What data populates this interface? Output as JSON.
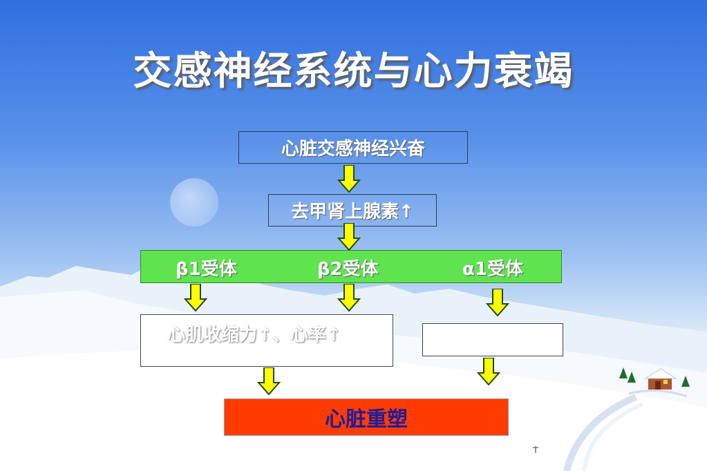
{
  "title": "交感神经系统与心力衰竭",
  "nodes": {
    "sympathetic": "心脏交感神经兴奋",
    "norepinephrine": "去甲肾上腺素↑",
    "beta1": "β1受体",
    "beta2": "β2受体",
    "alpha1": "α1受体",
    "effect": "心肌收缩力↑、心率↑",
    "remodeling": "心脏重塑"
  },
  "colors": {
    "arrow_fill": "#ffff00",
    "arrow_stroke": "#1d4a1d",
    "receptor_bar": "#5fe34f",
    "remodeling_box": "#ff3b00",
    "remodeling_text": "#1d1d9b"
  }
}
